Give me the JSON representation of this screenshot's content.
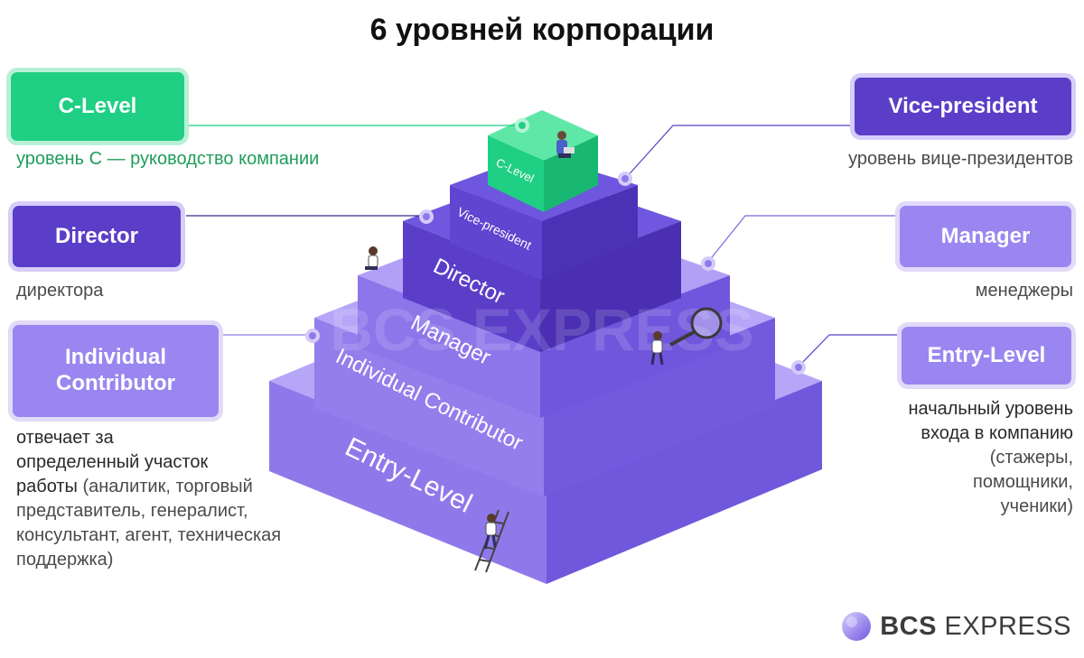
{
  "title": "6 уровней корпорации",
  "colors": {
    "green": "#1fcf83",
    "green_text": "#1f9d5c",
    "dark_purple": "#5a3ec8",
    "light_purple": "#9a86f0",
    "tier_front": "#8f79ea",
    "tier_side": "#7058dc",
    "tier_top": "#b6a6f7"
  },
  "levels": {
    "c_level": {
      "badge": "C-Level",
      "desc": "уровень С — руководство компании",
      "tier": "C-Level"
    },
    "vice_president": {
      "badge": "Vice-president",
      "desc": "уровень вице-президентов",
      "tier": "Vice-president"
    },
    "director": {
      "badge": "Director",
      "desc": "директора",
      "tier": "Director"
    },
    "manager": {
      "badge": "Manager",
      "desc": "менеджеры",
      "tier": "Manager"
    },
    "individual_contributor": {
      "badge_line1": "Individual",
      "badge_line2": "Contributor",
      "desc_strong": [
        "отвечает за",
        "определенный участок",
        "работы"
      ],
      "desc_rest": [
        " (аналитик, торговый",
        "представитель, генералист,",
        "консультант, агент, техническая",
        "поддержка)"
      ],
      "tier": "Individual Contributor"
    },
    "entry_level": {
      "badge": "Entry-Level",
      "desc_strong": [
        "начальный уровень",
        "входа в компанию"
      ],
      "desc_rest": [
        "(стажеры,",
        "помощники,",
        "ученики)"
      ],
      "tier": "Entry-Level"
    }
  },
  "watermark": "BCS EXPRESS",
  "logo": {
    "part1": "BCS",
    "part2": " EXPRESS"
  }
}
